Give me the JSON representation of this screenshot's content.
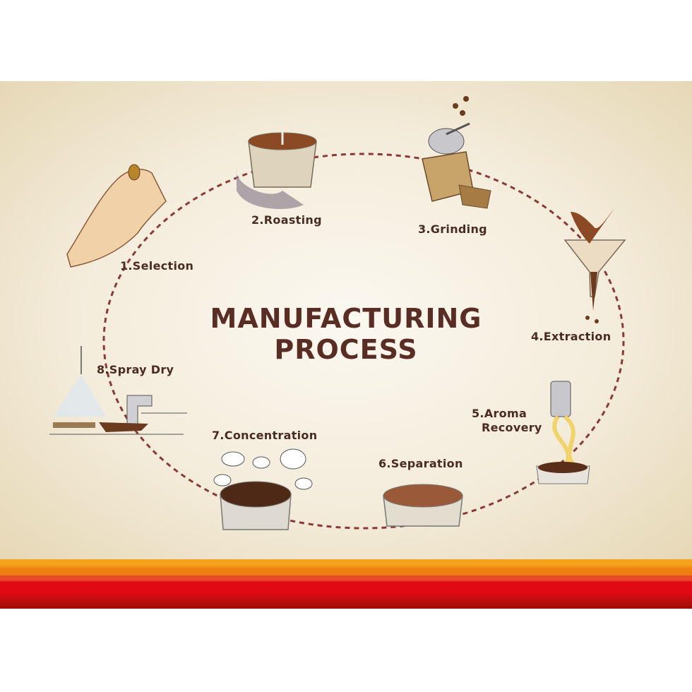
{
  "title": {
    "line1": "MANUFACTURING",
    "line2": "PROCESS"
  },
  "steps": [
    {
      "label": "1.Selection",
      "icon": "hand-holding-bean-icon"
    },
    {
      "label": "2.Roasting",
      "icon": "roasting-drum-icon"
    },
    {
      "label": "3.Grinding",
      "icon": "coffee-grinder-icon"
    },
    {
      "label": "4.Extraction",
      "icon": "funnel-icon"
    },
    {
      "label": "5.Aroma",
      "label2": "Recovery",
      "icon": "aroma-recovery-icon"
    },
    {
      "label": "6.Separation",
      "icon": "separation-pan-icon"
    },
    {
      "label": "7.Concentration",
      "icon": "concentration-pot-icon"
    },
    {
      "label": "8.Spray Dry",
      "icon": "spray-dryer-icon"
    }
  ],
  "colors": {
    "text": "#4a2b24",
    "path": "#8a3a36",
    "coffee": "#6b3a1f",
    "stripe_red": "#e20a14",
    "stripe_orange": "#f5a21d"
  }
}
